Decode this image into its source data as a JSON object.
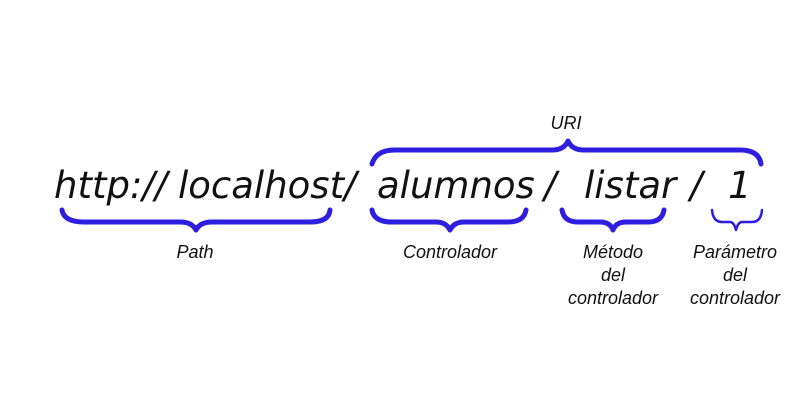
{
  "url_segments": {
    "scheme": "http://",
    "host": "localhost",
    "sep1": "/",
    "controller": "alumnos",
    "sep2": "/",
    "method": "listar",
    "sep3": "/",
    "param": "1"
  },
  "labels": {
    "uri": "URI",
    "path": "Path",
    "controlador": "Controlador",
    "metodo": [
      "Método",
      "del",
      "controlador"
    ],
    "parametro": [
      "Parámetro",
      "del",
      "controlador"
    ]
  },
  "colors": {
    "brace": "#2d1ee0",
    "text": "#111111"
  }
}
